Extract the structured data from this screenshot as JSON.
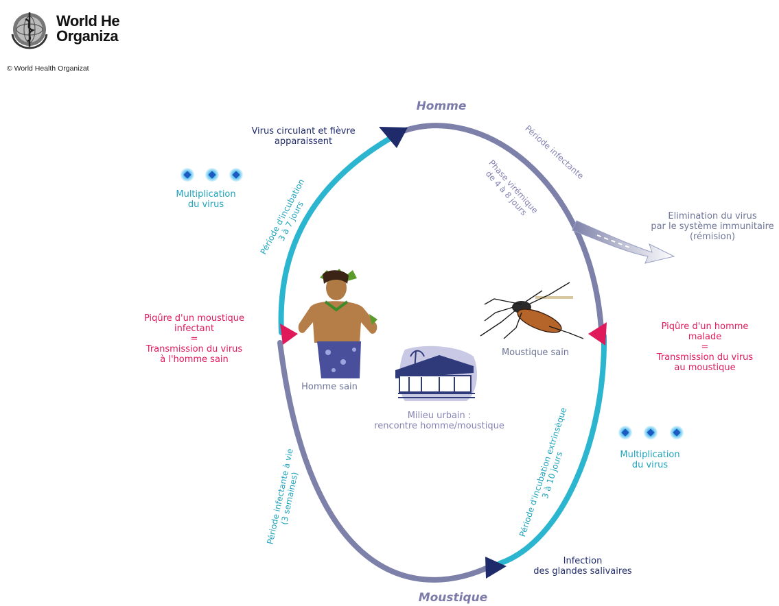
{
  "logo": {
    "line1": "World He",
    "line2": "Organiza",
    "copyright": "© World Health Organizat"
  },
  "headers": {
    "top": "Homme",
    "bottom": "Moustique"
  },
  "labels": {
    "virus_fever_1": "Virus circulant et fièvre",
    "virus_fever_2": "apparaissent",
    "mult_left_1": "Multiplication",
    "mult_left_2": "du virus",
    "mult_right_1": "Multiplication",
    "mult_right_2": "du virus",
    "elim_1": "Elimination du virus",
    "elim_2": "par le système immunitaire",
    "elim_3": "(rémision)",
    "bite_left_1": "Piqûre d'un moustique",
    "bite_left_2": "infectant",
    "bite_left_3": "=",
    "bite_left_4": "Transmission du virus",
    "bite_left_5": "à l'homme sain",
    "bite_right_1": "Piqûre d'un homme",
    "bite_right_2": "malade",
    "bite_right_3": "=",
    "bite_right_4": "Transmission du virus",
    "bite_right_5": "au moustique",
    "homme_sain": "Homme sain",
    "moustique_sain": "Moustique sain",
    "urban_1": "Milieu urbain :",
    "urban_2": "rencontre homme/moustique",
    "infection_1": "Infection",
    "infection_2": "des glandes salivaires"
  },
  "arc_labels": {
    "incub_1": "Période d'incubation",
    "incub_2": "3 à 7 jours",
    "infectante": "Période infectante",
    "viremique_1": "Phase virémique",
    "viremique_2": "de 4 à 8 jours",
    "vie_1": "Période infectante à vie",
    "vie_2": "(3 semaines)",
    "extrinseque_1": "Période d'incubation extrinsèque",
    "extrinseque_2": "3 à 10 jours"
  },
  "colors": {
    "navy": "#1f2a6b",
    "teal": "#1fa3bd",
    "pink": "#e0195a",
    "slate_arc": "#7d80a8",
    "teal_arc": "#2bb5cf"
  },
  "icons": [
    "who-logo-icon",
    "virus-icon",
    "man-icon",
    "mosquito-icon",
    "house-icon",
    "arrow-head-icon"
  ]
}
